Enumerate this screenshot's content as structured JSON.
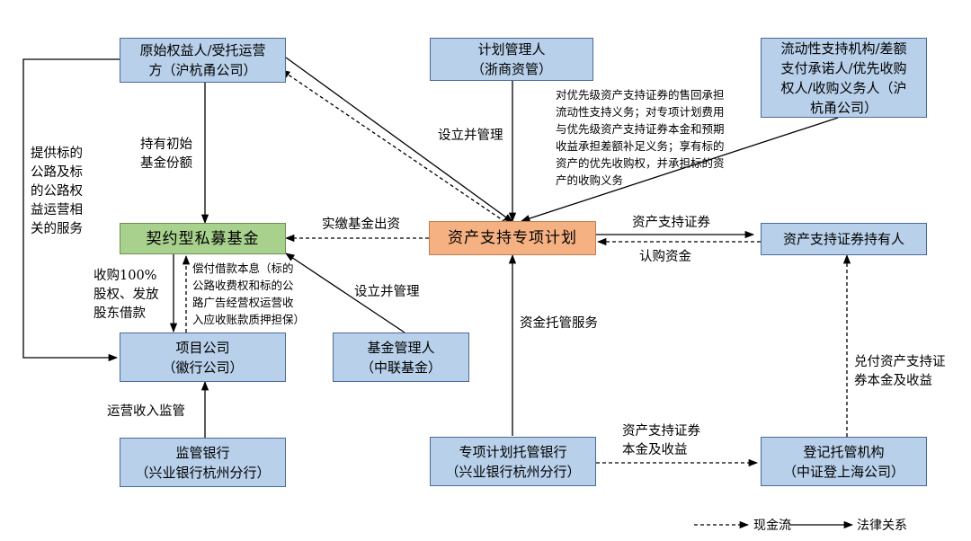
{
  "nodes": {
    "originator": "原始权益人/受托运营\n方（沪杭甬公司）",
    "plan_manager": "计划管理人\n（浙商资管）",
    "liquidity": "流动性支持机构/差额\n支付承诺人/优先收购\n权人/收购义务人（沪\n杭甬公司）",
    "fund": "契约型私募基金",
    "abs_plan": "资产支持专项计划",
    "holders": "资产支持证券持有人",
    "project_co": "项目公司\n（徽行公司）",
    "fund_manager": "基金管理人\n（中联基金）",
    "supervisor_bank": "监管银行\n（兴业银行杭州分行）",
    "custodian_bank": "专项计划托管银行\n（兴业银行杭州分行）",
    "registrar": "登记托管机构\n（中证登上海公司）"
  },
  "labels": {
    "provide_services": "提供标的\n公路及标\n的公路权\n益运营相\n关的服务",
    "hold_initial": "持有初始\n基金份额",
    "setup_manage_1": "设立并管理",
    "liquidity_duties": "对优先级资产支持证券的售回承担\n流动性支持义务；对专项计划费用\n与优先级资产支持证券本金和预期\n收益承担差额补足义务；享有标的\n资产的优先收购权，并承担标的资\n产的收购义务",
    "paid_capital": "实缴基金出资",
    "abs_securities": "资产支持证券",
    "subscription": "认购资金",
    "acquire": "收购100%\n股权、发放\n股东借款",
    "repay": "偿付借款本息（标的\n公路收费权和标的公\n路广告经营权运营收\n入应收账款质押担保）",
    "setup_manage_2": "设立并管理",
    "custody_service": "资金托管服务",
    "redeem": "兑付资产支持证\n券本金及收益",
    "ops_supervision": "运营收入监管",
    "principal_income": "资产支持证券\n本金及收益"
  },
  "legend": {
    "cash_flow": "现金流",
    "legal_relation": "法律关系"
  }
}
